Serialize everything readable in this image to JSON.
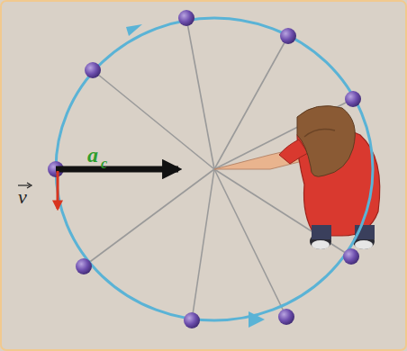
{
  "diagram": {
    "labels": [
      "a",
      "c",
      "v"
    ]
  }
}
